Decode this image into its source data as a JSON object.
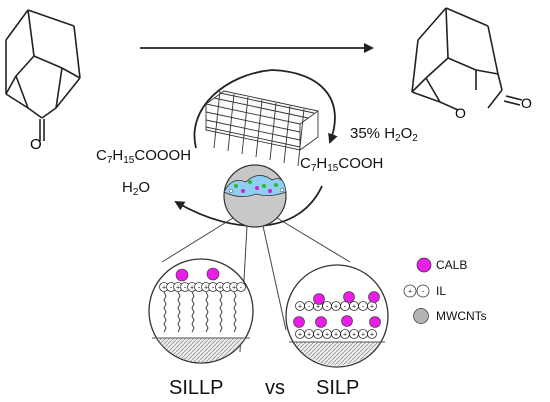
{
  "reagents": {
    "peracid_name": "C7H15COOOH",
    "peracid_parts": [
      "C",
      "7",
      "H",
      "15",
      "COOOH"
    ],
    "water": "H2O",
    "water_parts": [
      "H",
      "2",
      "O"
    ],
    "peroxide": "35% H2O2",
    "peroxide_parts": [
      "35% H",
      "2",
      "O",
      "2"
    ],
    "acid": "C7H15COOH",
    "acid_parts": [
      "C",
      "7",
      "H",
      "15",
      "COOH"
    ]
  },
  "atoms": {
    "ketone_o": "O",
    "lactone_ring_o": "O",
    "lactone_carbonyl_o": "O"
  },
  "captions": {
    "left": "SILLP",
    "middle": "vs",
    "right": "SILP"
  },
  "legend": [
    {
      "label": "CALB",
      "color": "#e61ee6"
    },
    {
      "label": "IL",
      "color": "#ffffff"
    },
    {
      "label": "MWCNTs",
      "color": "#b4b4b4"
    }
  ],
  "ion_signs": {
    "plus": "+",
    "minus": "-"
  }
}
